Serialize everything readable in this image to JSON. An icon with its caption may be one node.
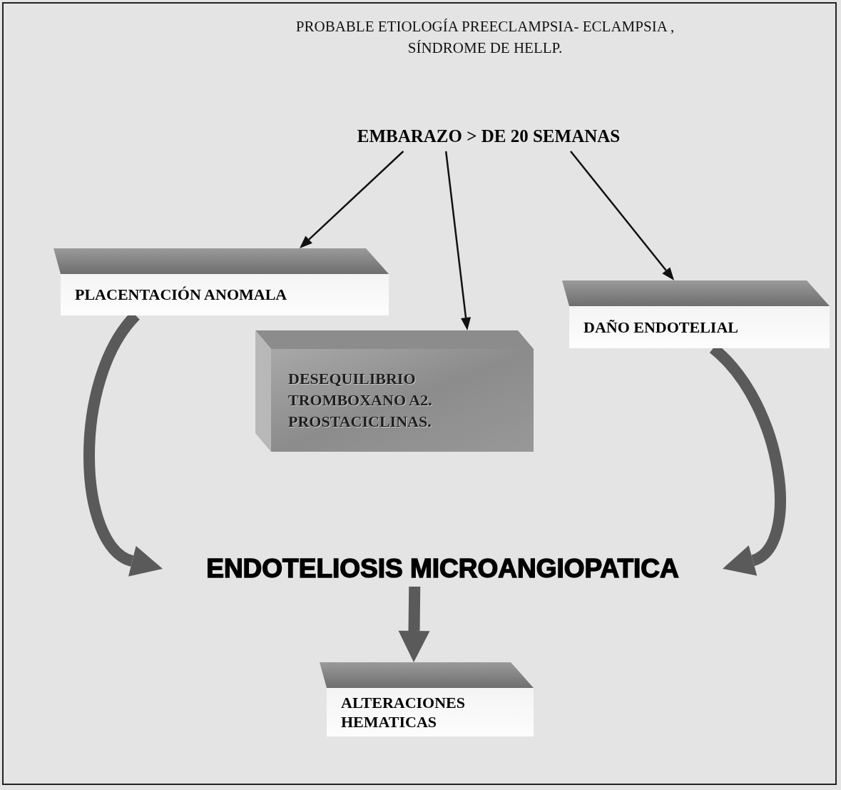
{
  "diagram": {
    "title": "PROBABLE ETIOLOGÍA PREECLAMPSIA- ECLAMPSIA , SÍNDROME DE HELLP.",
    "nodes": [
      {
        "text": [
          "EMBARAZO > DE 20 SEMANAS"
        ]
      },
      {
        "text": [
          "PLACENTACIÓN ANOMALA"
        ]
      },
      {
        "text": [
          "DESEQUILIBRIO TROMBOXANO A2. PROSTACICLINAS."
        ]
      },
      {
        "text": [
          "DAÑO ENDOTELIAL"
        ]
      },
      {
        "text": [
          "ENDOTELIOSIS MICROANGIOPATICA"
        ]
      },
      {
        "text": [
          "ALTERACIONES HEMATICAS"
        ]
      }
    ],
    "edges": [
      {
        "from": 0,
        "to": 1,
        "arrow": "to"
      },
      {
        "from": 0,
        "to": 2,
        "arrow": "to"
      },
      {
        "from": 0,
        "to": 3,
        "arrow": "to"
      },
      {
        "from": 1,
        "to": 4,
        "arrow": "to",
        "style": "thick"
      },
      {
        "from": 3,
        "to": 4,
        "arrow": "to",
        "style": "thick"
      },
      {
        "from": 4,
        "to": 5,
        "arrow": "to",
        "style": "thick"
      }
    ]
  }
}
